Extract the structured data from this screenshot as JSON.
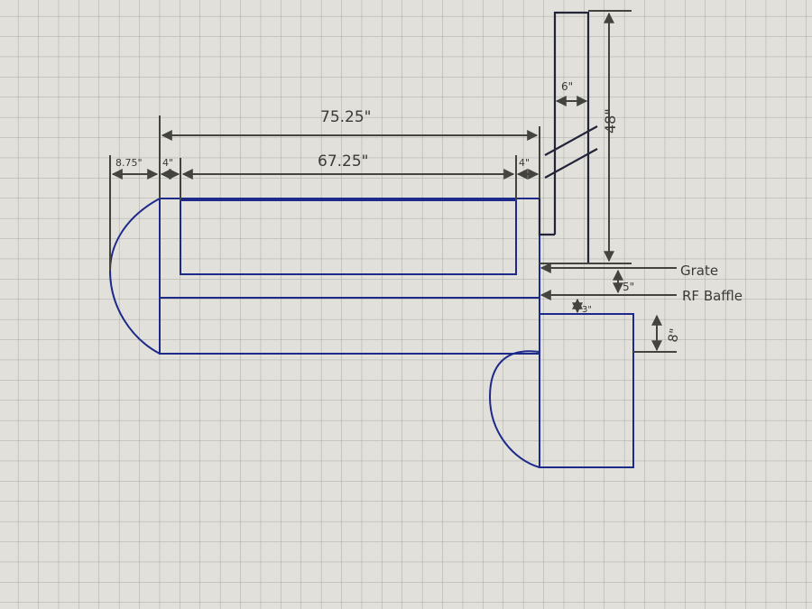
{
  "dimensions": {
    "overall_length": "75.25\"",
    "dome_depth": "8.75\"",
    "left_wall": "4\"",
    "inner_length": "67.25\"",
    "right_wall": "4\"",
    "chimney_width": "6\"",
    "chimney_height": "48\"",
    "grate_to_baffle": "5\"",
    "baffle_gap": "3\"",
    "firebox_offset": "8\""
  },
  "labels": {
    "grate": "Grate",
    "rf_baffle": "RF Baffle"
  },
  "colors": {
    "paper": "#e2e0db",
    "grid": "#a9a8a4",
    "ink_blue": "#1d2a8a",
    "pencil": "#44443f"
  }
}
